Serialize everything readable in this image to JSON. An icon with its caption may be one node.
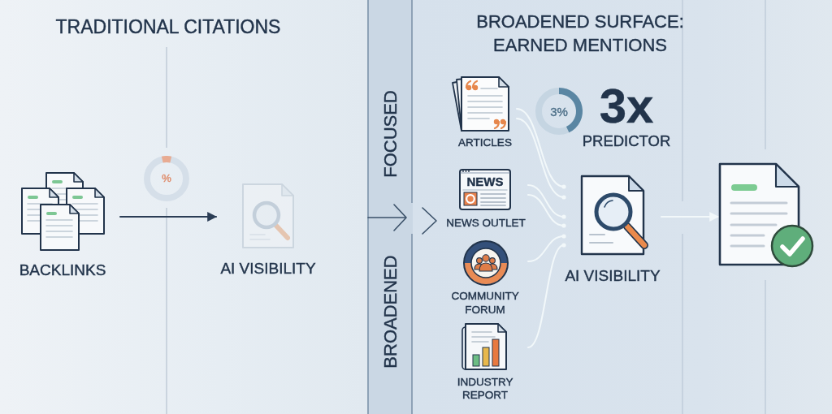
{
  "diagram": {
    "nodes": [
      {
        "text": [
          "TRADITIONAL CITATIONS"
        ]
      },
      {
        "text": [
          "BACKLINKS"
        ],
        "in": 0
      },
      {
        "text": [
          "%"
        ],
        "in": 0
      },
      {
        "text": [
          "AI VISIBILITY"
        ],
        "in": 0
      },
      {
        "text": [
          "FOCUSED",
          "BROADENED"
        ]
      },
      {
        "text": [
          "BROADENED SURFACE: EARNED MENTIONS"
        ]
      },
      {
        "text": [
          "ARTICLES"
        ],
        "in": 5
      },
      {
        "text": [
          "3%"
        ],
        "in": 5
      },
      {
        "text": [
          "NEWS",
          "NEWS OUTLET"
        ],
        "in": 5
      },
      {
        "text": [
          "COMMUNITY FORUM"
        ],
        "in": 5
      },
      {
        "text": [
          "INDUSTRY REPORT"
        ],
        "in": 5
      },
      {
        "text": [
          "AI VISIBILITY"
        ],
        "in": 5
      },
      {
        "text": [],
        "shape": "picture",
        "in": 5
      }
    ],
    "edges": [
      {
        "from": 1,
        "to": 3,
        "arrow": "to",
        "color": "#2b3d55"
      },
      {
        "from": 6,
        "to": 11,
        "arrow": "other"
      },
      {
        "from": 6,
        "to": 11,
        "arrow": "other"
      },
      {
        "from": 8,
        "to": 11,
        "arrow": "other"
      },
      {
        "from": 8,
        "to": 11,
        "arrow": "other"
      },
      {
        "from": 9,
        "to": 11,
        "arrow": "other"
      },
      {
        "from": 10,
        "to": 11,
        "arrow": "other"
      },
      {
        "from": 11,
        "to": 12,
        "arrow": "to"
      }
    ],
    "labels": [
      "3x",
      "PREDICTOR"
    ]
  }
}
